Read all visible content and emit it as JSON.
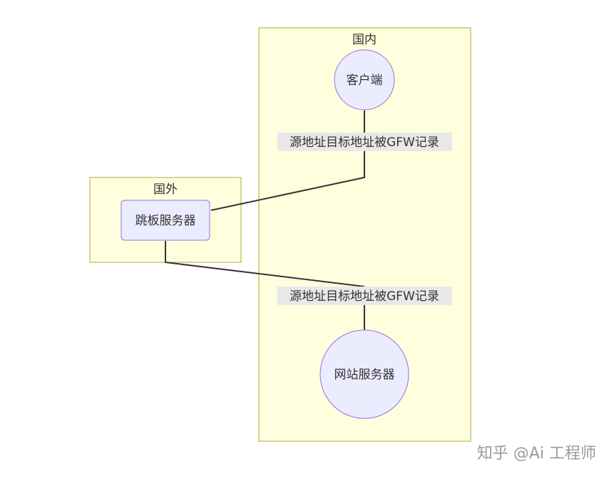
{
  "diagram": {
    "type": "flowchart",
    "clusters": {
      "domestic": {
        "title": "国内"
      },
      "abroad": {
        "title": "国外"
      }
    },
    "nodes": {
      "client": {
        "label": "客户端",
        "shape": "circle"
      },
      "jump_server": {
        "label": "跳板服务器",
        "shape": "rounded-rect"
      },
      "website_server": {
        "label": "网站服务器",
        "shape": "circle"
      }
    },
    "edges": [
      {
        "from": "client",
        "to": "jump_server",
        "label": "源地址目标地址被GFW记录"
      },
      {
        "from": "jump_server",
        "to": "website_server",
        "label": "源地址目标地址被GFW记录"
      }
    ]
  },
  "watermark": {
    "text": "知乎 @Ai 工程师"
  },
  "colors": {
    "cluster_fill": "#ffffde",
    "cluster_stroke": "#aaaa33",
    "node_fill": "#ececff",
    "node_stroke": "#9370db",
    "edge": "#333333",
    "edge_label_bg": "#e8e8e8"
  }
}
